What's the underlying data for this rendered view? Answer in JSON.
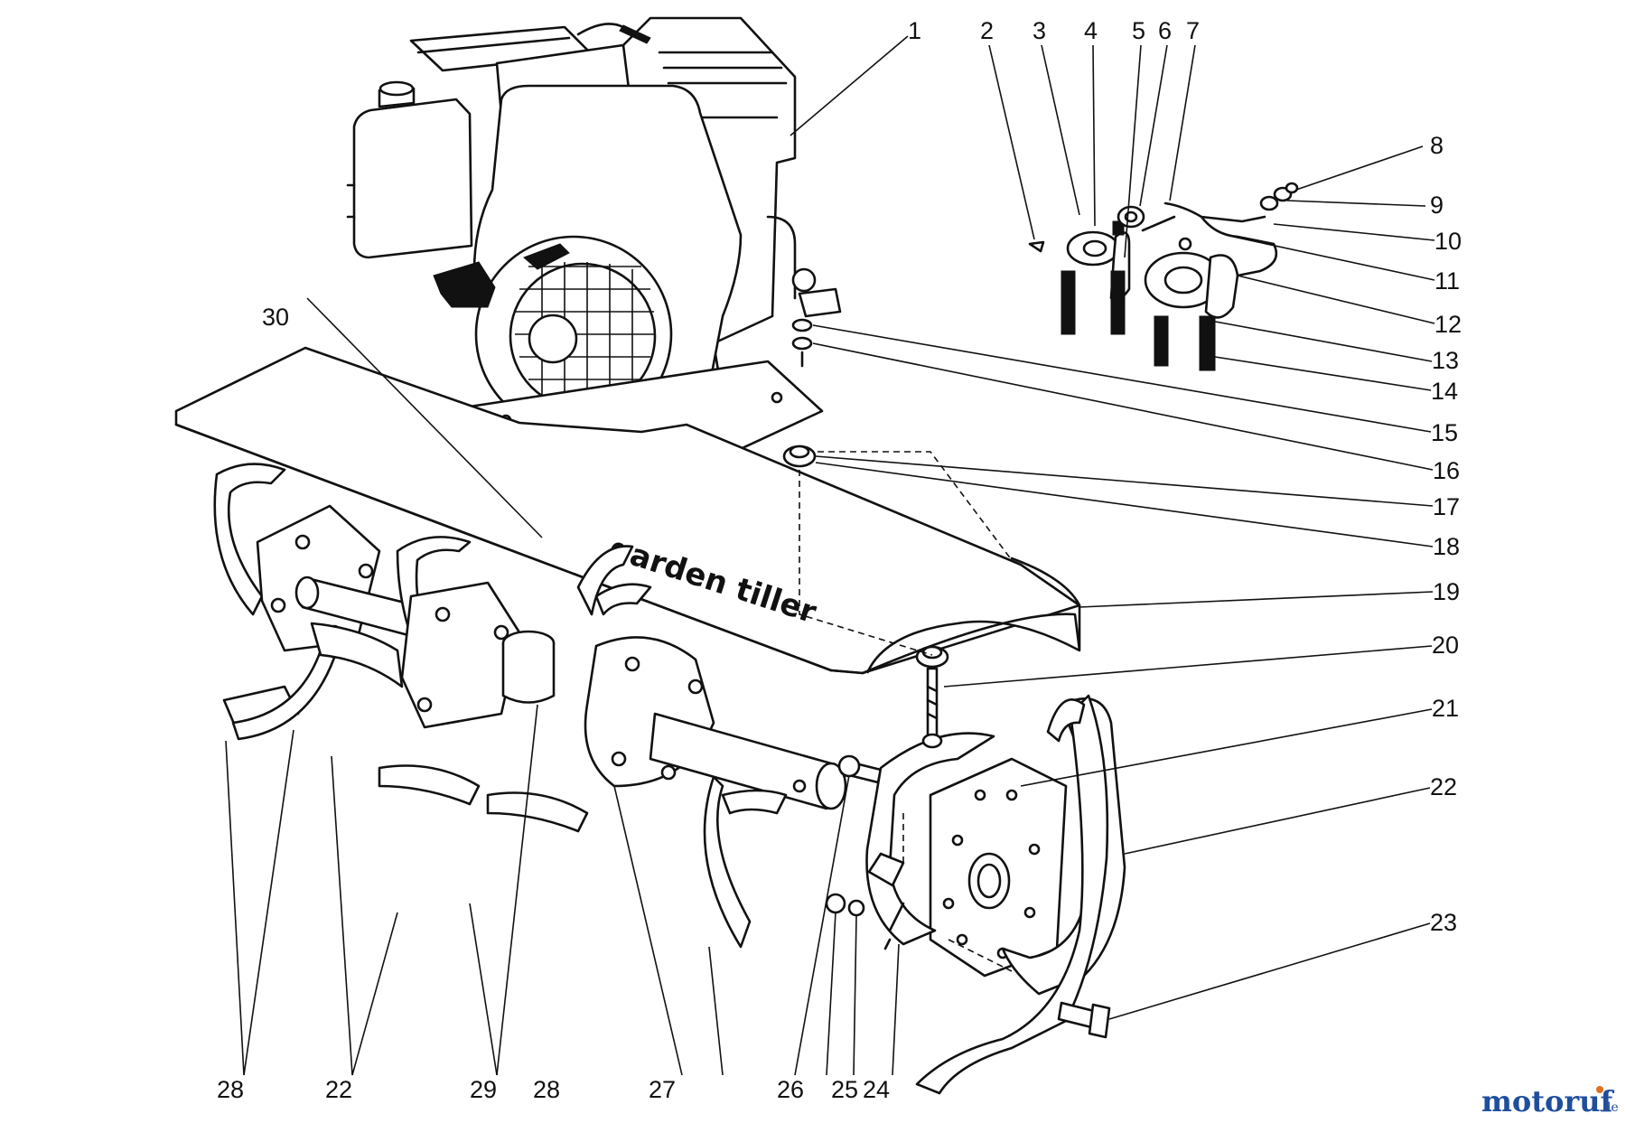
{
  "diagram": {
    "decal_text": "garden tiller",
    "callouts": [
      "1",
      "2",
      "3",
      "4",
      "5",
      "6",
      "7",
      "8",
      "9",
      "10",
      "11",
      "12",
      "13",
      "14",
      "15",
      "16",
      "17",
      "18",
      "19",
      "20",
      "21",
      "22",
      "23",
      "24",
      "25",
      "26",
      "27",
      "28",
      "29",
      "30"
    ]
  },
  "watermark": {
    "text_main": "motoruf",
    "text_suffix": ".de",
    "colors": {
      "primary": "#1f4e9c",
      "accent": "#e07020"
    }
  }
}
